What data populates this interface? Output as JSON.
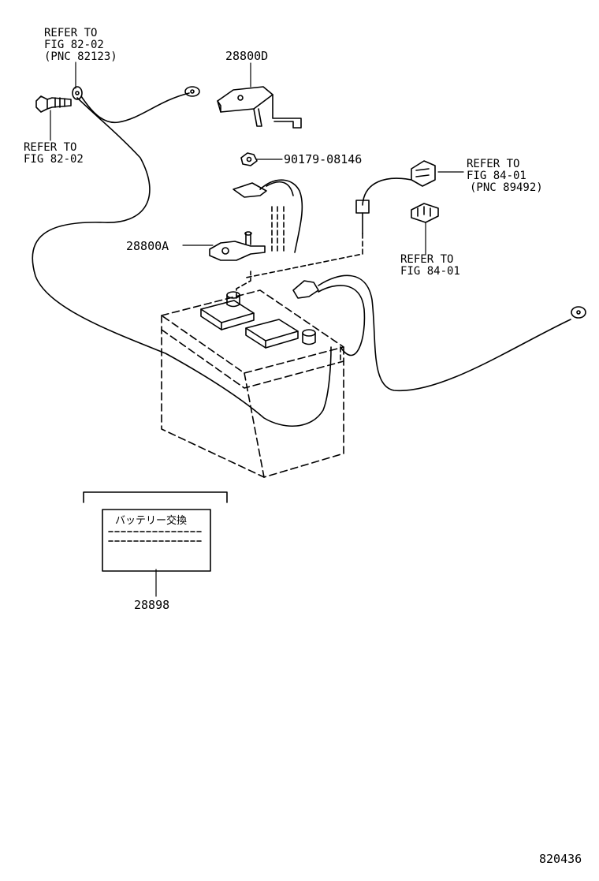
{
  "labels": {
    "ref_top_left_1": "REFER TO",
    "ref_top_left_2": "FIG 82-02",
    "ref_top_left_3": "(PNC 82123)",
    "ref_left_1": "REFER TO",
    "ref_left_2": "FIG 82-02",
    "ref_right_1": "REFER TO",
    "ref_right_2": "FIG 84-01",
    "ref_right_3": "(PNC 89492)",
    "ref_mid_1": "REFER TO",
    "ref_mid_2": "FIG 84-01"
  },
  "parts": {
    "cover": "28800D",
    "nut": "90179-08146",
    "clamp": "28800A",
    "label_plate": "28898"
  },
  "label_plate_text": "バッテリー交換",
  "figure_number": "820436"
}
